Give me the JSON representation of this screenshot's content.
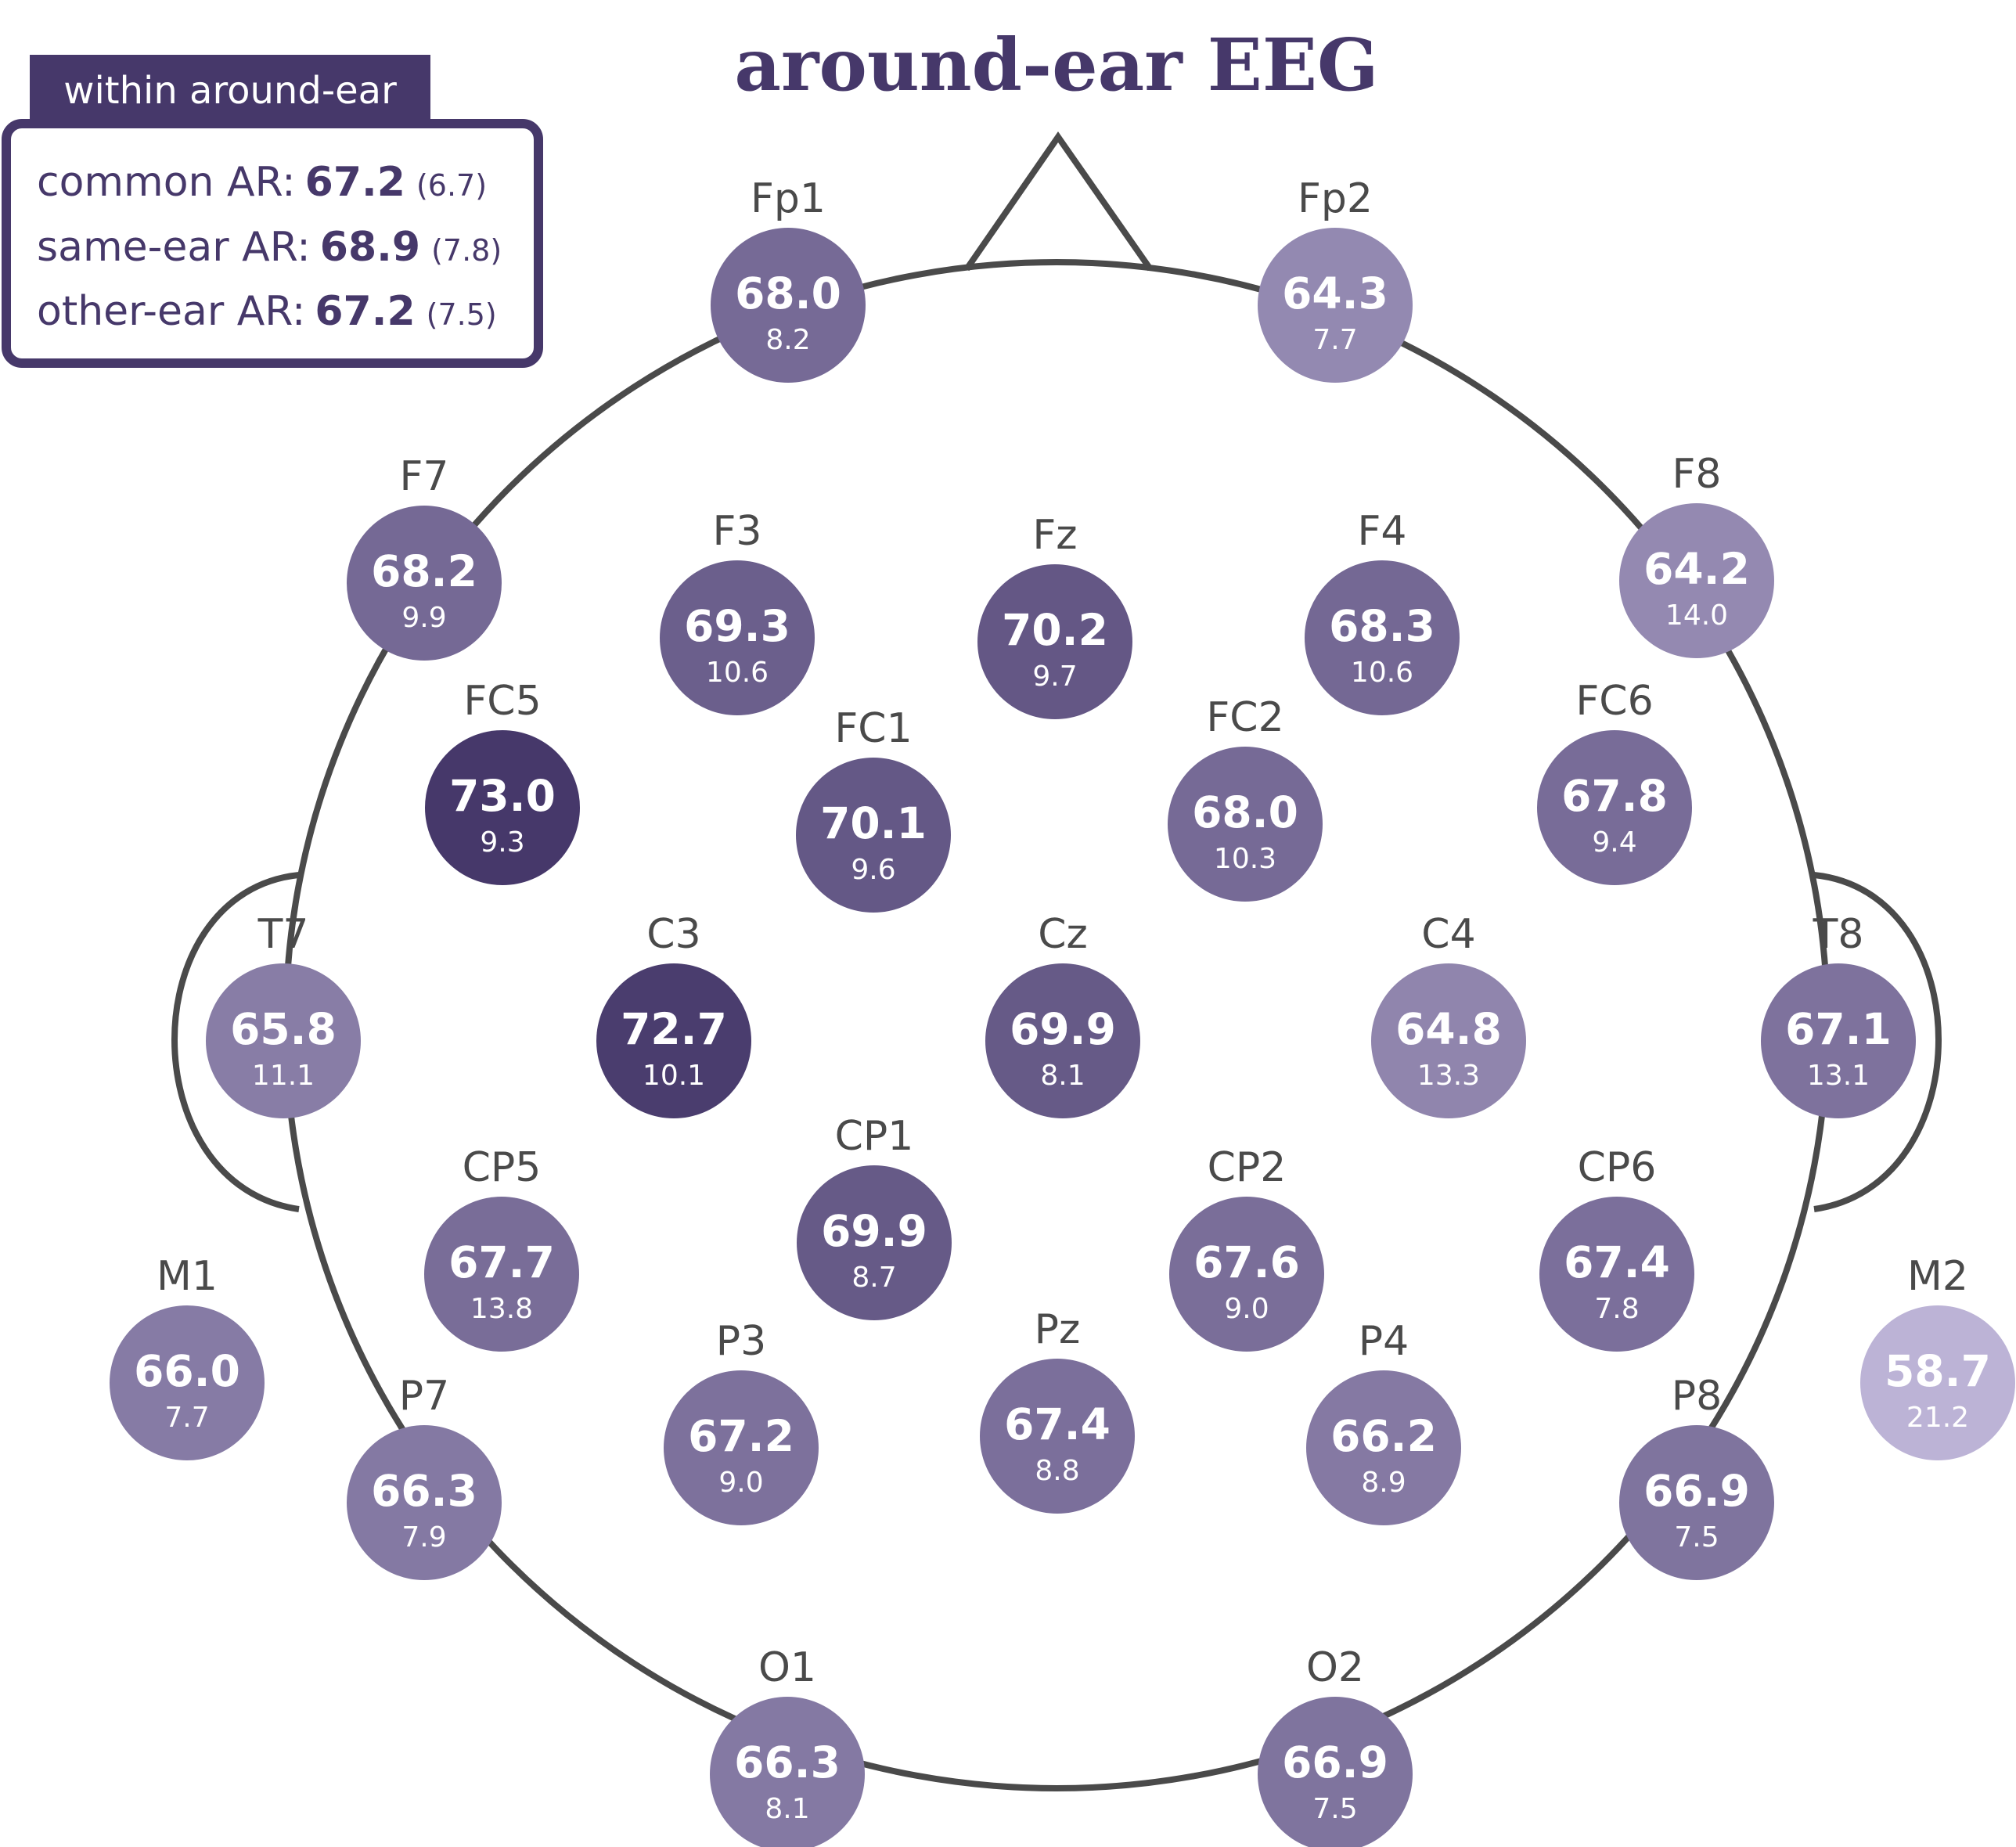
{
  "title": "around-ear EEG",
  "legend": {
    "title": "within around-ear",
    "rows": [
      {
        "label": "common AR:",
        "value": "67.2",
        "sd": "(6.7)"
      },
      {
        "label": "same-ear AR:",
        "value": "68.9",
        "sd": "(7.8)"
      },
      {
        "label": "other-ear AR:",
        "value": "67.2",
        "sd": "(7.5)"
      }
    ]
  },
  "colors": {
    "head_outline": "#4a4a4a",
    "title": "#46386a",
    "legend_border": "#46386a",
    "electrode_dark": "#46386a",
    "electrode_light": "#bcb3d6"
  },
  "electrodes": [
    {
      "name": "Fp1",
      "value": "68.0",
      "sd": "8.2"
    },
    {
      "name": "Fp2",
      "value": "64.3",
      "sd": "7.7"
    },
    {
      "name": "F7",
      "value": "68.2",
      "sd": "9.9"
    },
    {
      "name": "F3",
      "value": "69.3",
      "sd": "10.6"
    },
    {
      "name": "Fz",
      "value": "70.2",
      "sd": "9.7"
    },
    {
      "name": "F4",
      "value": "68.3",
      "sd": "10.6"
    },
    {
      "name": "F8",
      "value": "64.2",
      "sd": "14.0"
    },
    {
      "name": "FC5",
      "value": "73.0",
      "sd": "9.3"
    },
    {
      "name": "FC1",
      "value": "70.1",
      "sd": "9.6"
    },
    {
      "name": "FC2",
      "value": "68.0",
      "sd": "10.3"
    },
    {
      "name": "FC6",
      "value": "67.8",
      "sd": "9.4"
    },
    {
      "name": "T7",
      "value": "65.8",
      "sd": "11.1"
    },
    {
      "name": "C3",
      "value": "72.7",
      "sd": "10.1"
    },
    {
      "name": "Cz",
      "value": "69.9",
      "sd": "8.1"
    },
    {
      "name": "C4",
      "value": "64.8",
      "sd": "13.3"
    },
    {
      "name": "T8",
      "value": "67.1",
      "sd": "13.1"
    },
    {
      "name": "CP5",
      "value": "67.7",
      "sd": "13.8"
    },
    {
      "name": "CP1",
      "value": "69.9",
      "sd": "8.7"
    },
    {
      "name": "CP2",
      "value": "67.6",
      "sd": "9.0"
    },
    {
      "name": "CP6",
      "value": "67.4",
      "sd": "7.8"
    },
    {
      "name": "M1",
      "value": "66.0",
      "sd": "7.7"
    },
    {
      "name": "M2",
      "value": "58.7",
      "sd": "21.2"
    },
    {
      "name": "P7",
      "value": "66.3",
      "sd": "7.9"
    },
    {
      "name": "P3",
      "value": "67.2",
      "sd": "9.0"
    },
    {
      "name": "Pz",
      "value": "67.4",
      "sd": "8.8"
    },
    {
      "name": "P4",
      "value": "66.2",
      "sd": "8.9"
    },
    {
      "name": "P8",
      "value": "66.9",
      "sd": "7.5"
    },
    {
      "name": "O1",
      "value": "66.3",
      "sd": "8.1"
    },
    {
      "name": "O2",
      "value": "66.9",
      "sd": "7.5"
    }
  ]
}
